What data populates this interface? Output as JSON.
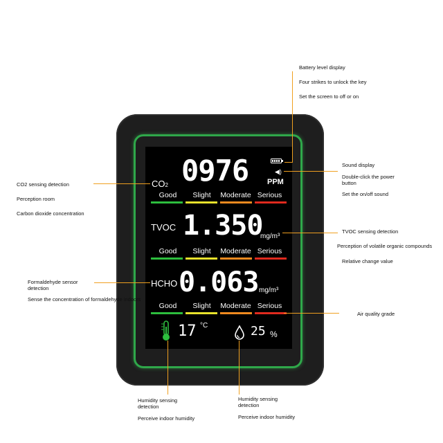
{
  "screen": {
    "co2": {
      "label": "CO",
      "label_sub": "2",
      "value": "0976",
      "unit": "PPM"
    },
    "tvoc": {
      "label": "TVOC",
      "value": "1.350",
      "unit": "mg/m³"
    },
    "hcho": {
      "label": "HCHO",
      "value": "0.063",
      "unit": "mg/m³"
    },
    "grades": [
      "Good",
      "Slight",
      "Moderate",
      "Serious"
    ],
    "grade_colors": [
      "#2dbe3e",
      "#e8e22c",
      "#f08a1f",
      "#e02a1e"
    ],
    "temperature": {
      "value": "17",
      "unit": "°C"
    },
    "humidity": {
      "value": "25",
      "unit": "%"
    }
  },
  "annotations": {
    "battery": "Battery level display",
    "four_strikes": "Four strikes to unlock the key",
    "screen_toggle": "Set the screen to off or on",
    "sound_display": "Sound display",
    "double_click": "Double-click the power button",
    "sound_toggle": "Set the on/off sound",
    "co2_detection": "CO2 sensing detection",
    "perception_room": "Perception room",
    "co2_concentration": "Carbon dioxide concentration",
    "tvoc_detection": "TVOC sensing detection",
    "tvoc_perception": "Perception of volatile organic compounds",
    "relative_change": "Relative change value",
    "formaldehyde_sensor": "Formaldehyde sensor detection",
    "formaldehyde_concentration": "Sense the concentration of formaldehyde indoors",
    "air_quality": "Air quality grade",
    "humidity_left": "Humidity sensing detection",
    "perceive_left": "Perceive indoor humidity",
    "humidity_right": "Humidity sensing detection",
    "perceive_right": "Perceive indoor humidity"
  }
}
